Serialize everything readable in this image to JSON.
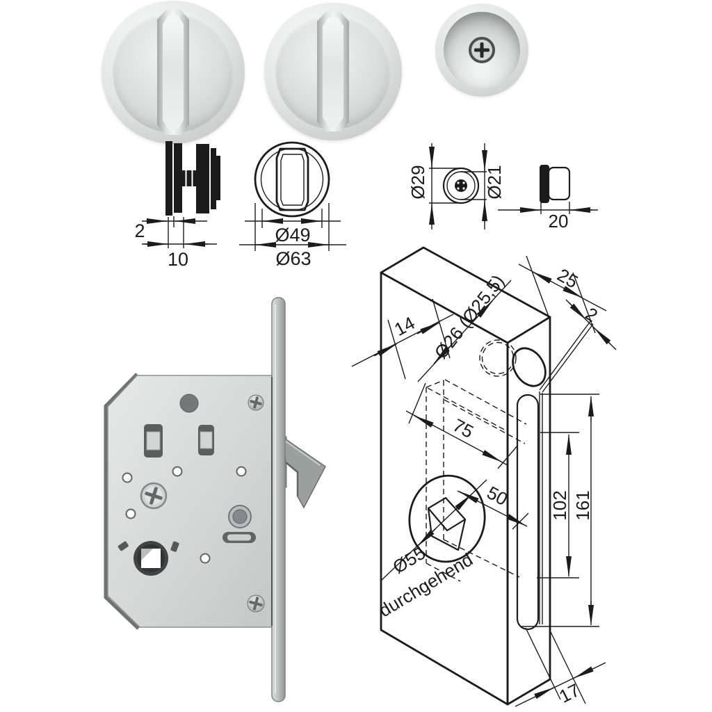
{
  "figure": {
    "type": "technical-drawing",
    "subject": "Sliding-door lock set: thumb-turn rosettes, flush pull cup and hook-bolt mortise lock with installation dimensions",
    "colors": {
      "line": "#1b1b1b",
      "metal_light": "#f2f3f3",
      "metal_dark": "#9aa09e",
      "background": "#ffffff"
    }
  },
  "dimensions": {
    "rosette_side": {
      "flange_thickness": "2",
      "assembly_depth": "10"
    },
    "rosette_front": {
      "knob_diameter": "Ø49",
      "rosette_diameter": "Ø63"
    },
    "cup_top": {
      "outer_diameter": "Ø29",
      "recess_diameter": "Ø21"
    },
    "cup_side": {
      "depth": "20"
    },
    "installation": {
      "edge_bore_offset": "25",
      "faceplate_thickness": "2",
      "face_offset": "14",
      "edge_bore_diameter": "Ø26 (Ø25,5)",
      "backset": "75",
      "hook_reach": "50",
      "cutout_length": "102",
      "faceplate_length": "161",
      "face_bore_diameter": "Ø55",
      "face_bore_note": "durchgehend",
      "door_thickness": "17"
    }
  }
}
